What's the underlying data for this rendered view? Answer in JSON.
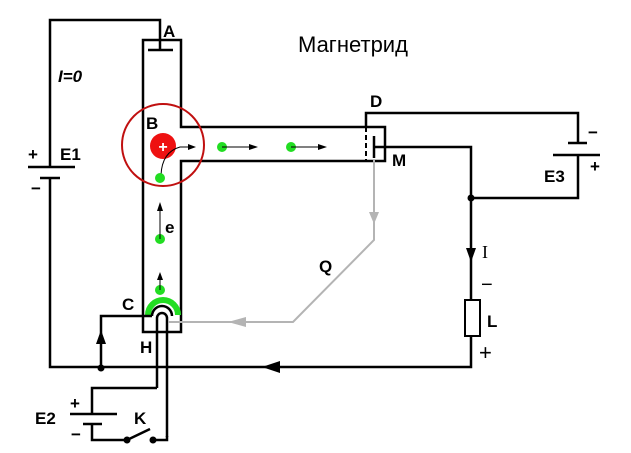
{
  "title": "Магнетрид",
  "labels": {
    "A": "A",
    "B": "B",
    "C": "C",
    "D": "D",
    "H": "H",
    "K": "K",
    "L": "L",
    "M": "M",
    "Q": "Q",
    "E1": "E1",
    "E2": "E2",
    "E3": "E3",
    "I": "I",
    "e": "e",
    "i0": "I=0",
    "plus": "+",
    "minus": "−"
  },
  "colors": {
    "ion": "#ee1111",
    "electron": "#22dd22",
    "circle": "#c01010",
    "beam": "#b4b4b4"
  }
}
